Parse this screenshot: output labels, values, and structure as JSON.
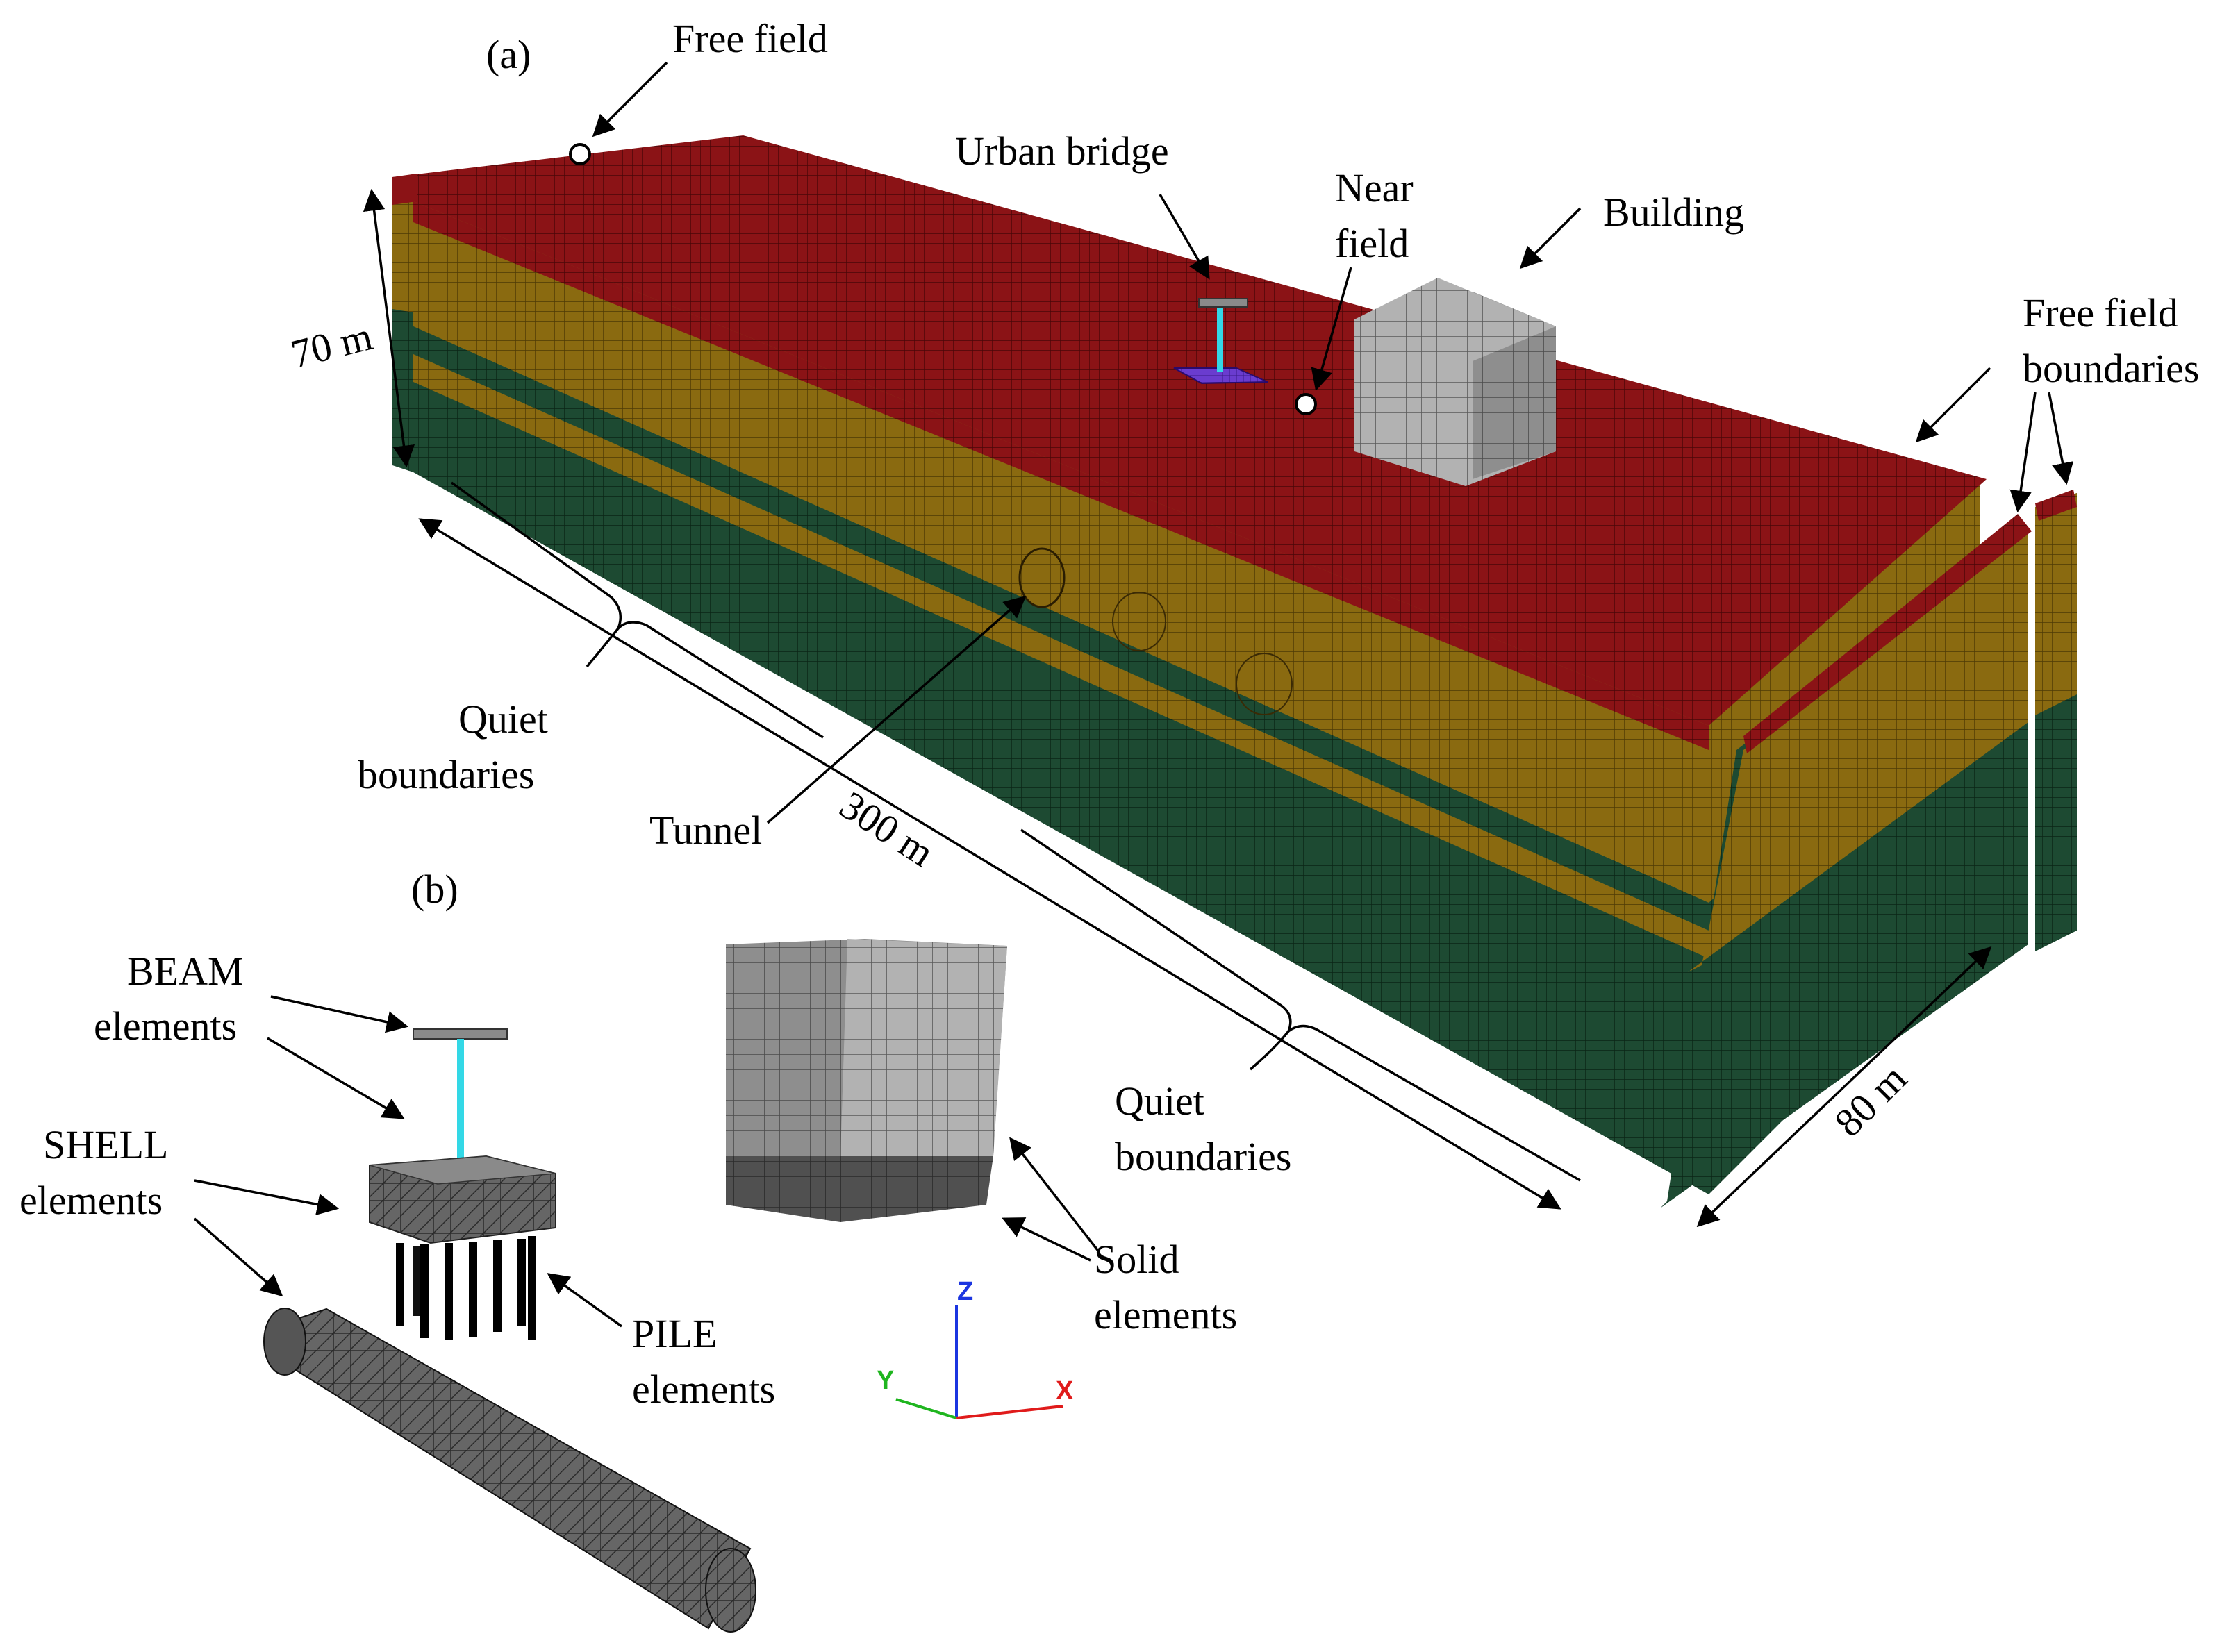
{
  "panel_a": {
    "label": "(a)",
    "dim_height": "70 m",
    "dim_length": "300 m",
    "dim_width": "80 m",
    "free_field": "Free field",
    "urban_bridge": "Urban bridge",
    "near_field_1": "Near",
    "near_field_2": "field",
    "building": "Building",
    "ffb_1": "Free field",
    "ffb_2": "boundaries",
    "quiet_left_1": "Quiet",
    "quiet_left_2": "boundaries",
    "quiet_right_1": "Quiet",
    "quiet_right_2": "boundaries",
    "tunnel": "Tunnel"
  },
  "panel_b": {
    "label": "(b)",
    "beam_1": "BEAM",
    "beam_2": "elements",
    "shell_1": "SHELL",
    "shell_2": "elements",
    "pile_1": "PILE",
    "pile_2": "elements",
    "solid_1": "Solid",
    "solid_2": "elements"
  },
  "axes": {
    "x": "X",
    "y": "Y",
    "z": "Z"
  },
  "colors": {
    "top_layer": "#8b1316",
    "sand_layer": "#8a6a10",
    "green_layer": "#1d4a32",
    "building": "#8e8e8e",
    "beam": "#33d8e6",
    "pad": "#6a3ccf",
    "x_axis": "#e01b1b",
    "y_axis": "#1fb51f",
    "z_axis": "#1b35e0"
  }
}
